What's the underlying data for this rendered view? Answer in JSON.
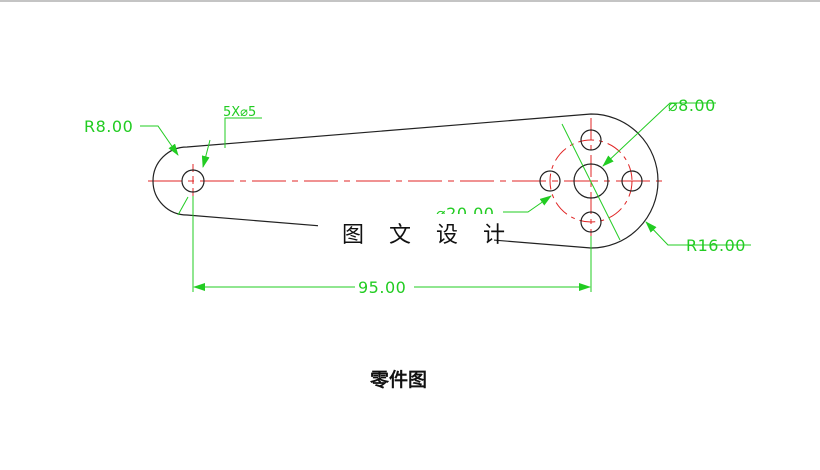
{
  "drawing": {
    "dimensions": {
      "left_radius": "R8.00",
      "hole_note": "5X⌀5",
      "center_dia": "⌀8.00",
      "pcd_dia": "⌀20.00",
      "right_radius": "R16.00",
      "length": "95.00"
    },
    "watermark": "图 文 设 计",
    "caption": "零件图"
  },
  "colors": {
    "outline": "#222222",
    "centerline": "#e02424",
    "dimension": "#22cc22"
  }
}
